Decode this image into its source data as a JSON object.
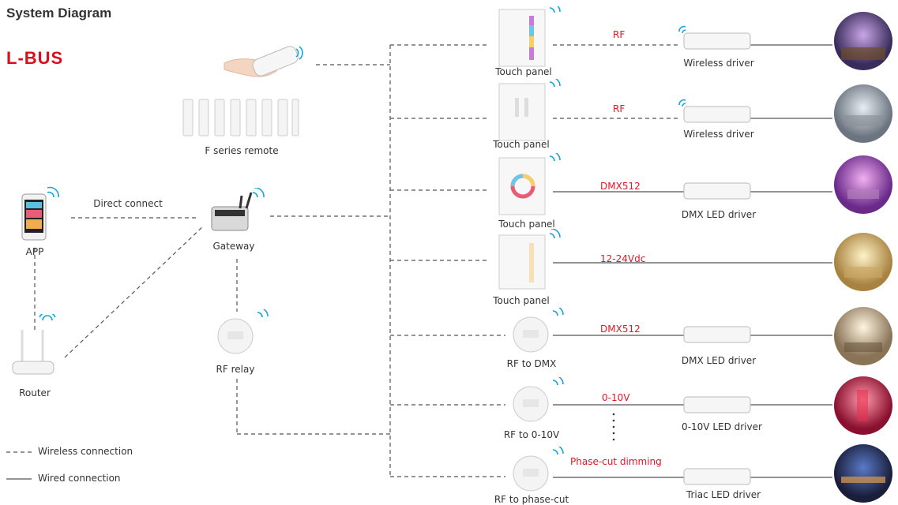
{
  "header": {
    "title": "System Diagram",
    "brand": "L-BUS"
  },
  "left": {
    "remote_label": "F series remote",
    "app_label": "APP",
    "direct_connect_label": "Direct connect",
    "gateway_label": "Gateway",
    "router_label": "Router",
    "rf_relay_label": "RF relay"
  },
  "rows": [
    {
      "controller": "Touch panel",
      "connection": "RF",
      "driver": "Wireless driver"
    },
    {
      "controller": "Touch panel",
      "connection": "RF",
      "driver": "Wireless driver"
    },
    {
      "controller": "Touch panel",
      "connection": "DMX512",
      "driver": "DMX LED driver"
    },
    {
      "controller": "Touch panel",
      "connection": "12-24Vdc",
      "driver": ""
    },
    {
      "controller": "RF to DMX",
      "connection": "DMX512",
      "driver": "DMX LED driver"
    },
    {
      "controller": "RF to 0-10V",
      "connection": "0-10V",
      "driver": "0-10V LED driver"
    },
    {
      "controller": "RF to phase-cut",
      "connection": "Phase-cut dimming",
      "driver": "Triac LED driver"
    }
  ],
  "legend": {
    "wireless": "Wireless connection",
    "wired": "Wired connection"
  },
  "colors": {
    "accent": "#d8101e",
    "signal": "#1aa3d6",
    "line": "#555555"
  }
}
